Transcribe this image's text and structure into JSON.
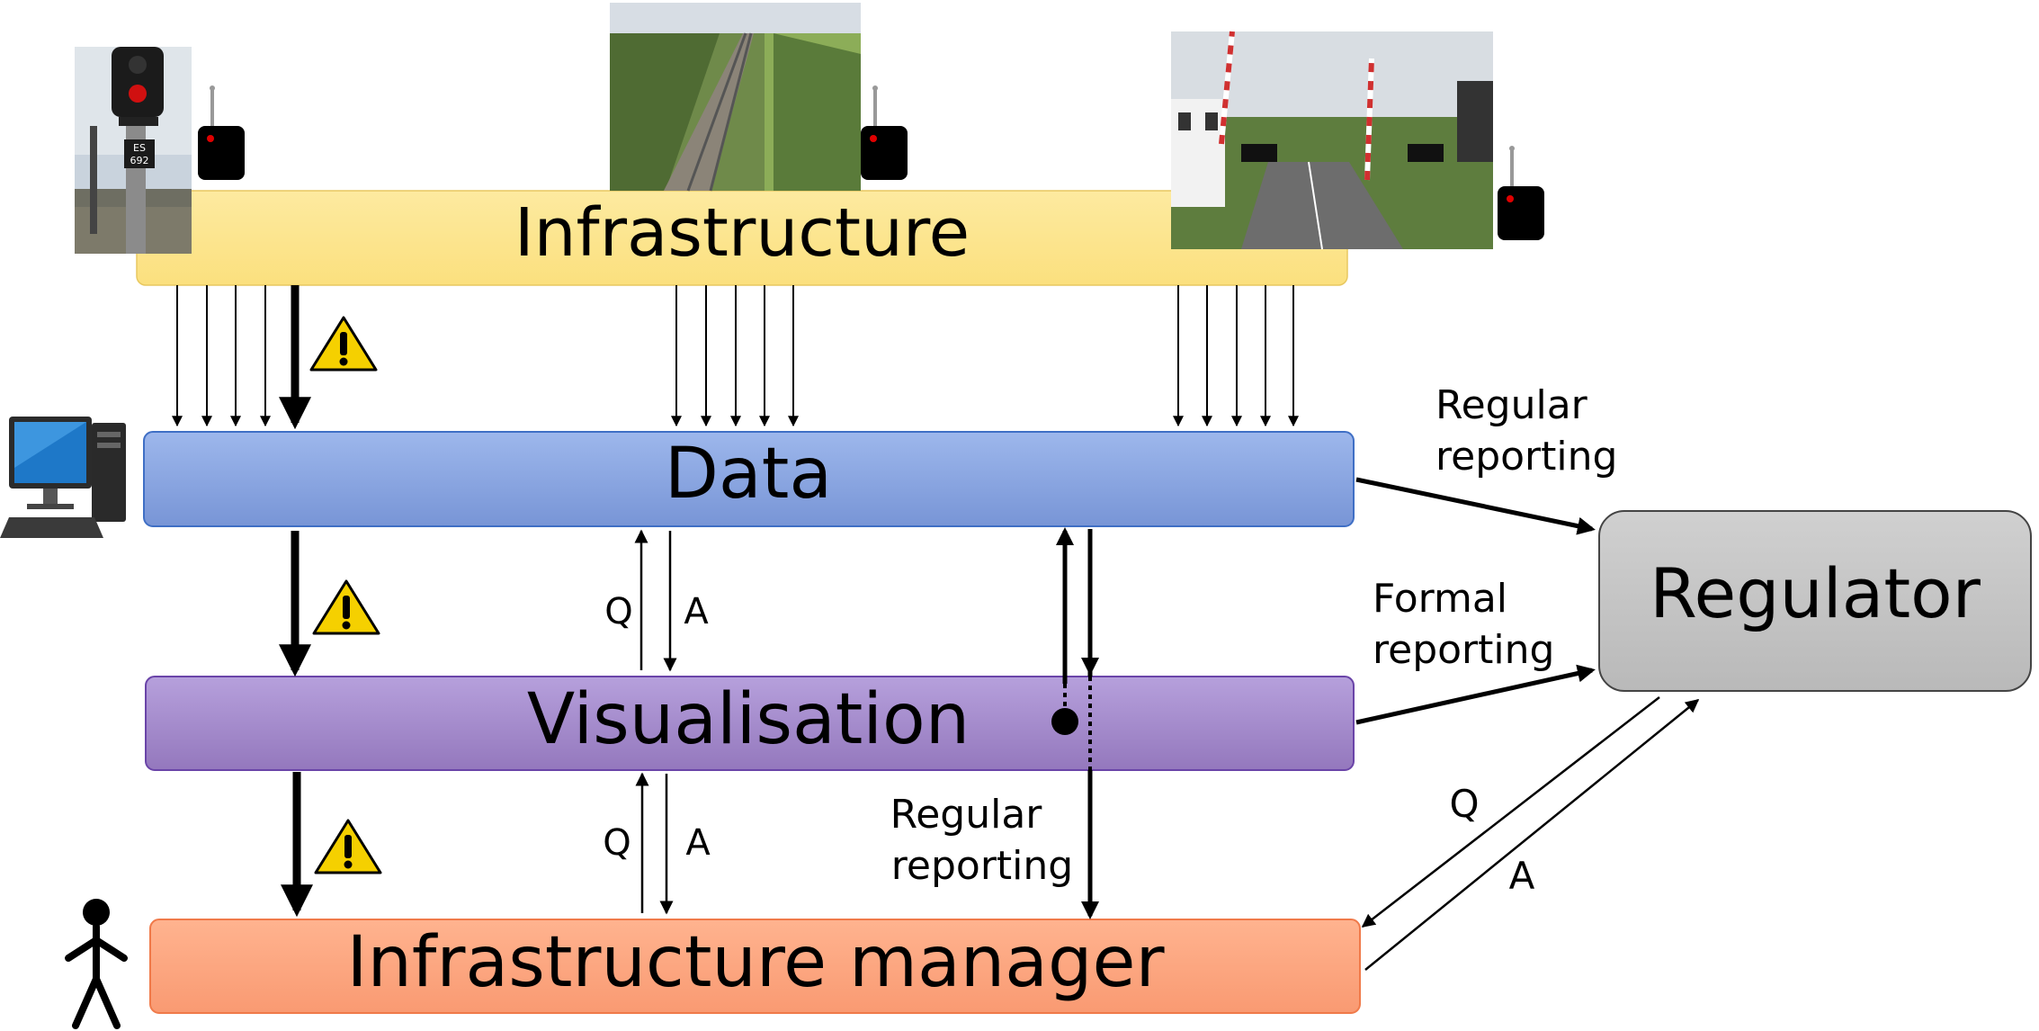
{
  "layers": {
    "infrastructure": {
      "label": "Infrastructure",
      "color": "#fce592"
    },
    "data": {
      "label": "Data",
      "color": "#86a3e0"
    },
    "visualisation": {
      "label": "Visualisation",
      "color": "#a689c9"
    },
    "manager": {
      "label": "Infrastructure manager",
      "color": "#fca37f"
    }
  },
  "regulator": {
    "label": "Regulator",
    "color": "#c7c7c7"
  },
  "edge_labels": {
    "regular_reporting_1": {
      "line1": "Regular",
      "line2": "reporting"
    },
    "formal_reporting": {
      "line1": "Formal",
      "line2": "reporting"
    },
    "regular_reporting_2": {
      "line1": "Regular",
      "line2": "reporting"
    },
    "q_data_vis": "Q",
    "a_data_vis": "A",
    "q_vis_mgr": "Q",
    "a_vis_mgr": "A",
    "q_regulator": "Q",
    "a_regulator": "A"
  },
  "photos": {
    "signal_plate_line1": "ES",
    "signal_plate_line2": "692"
  },
  "colors": {
    "warning": "#f5d000",
    "sensor": "#000000",
    "sensor_light": "#e00000",
    "monitor_screen": "#1e78c8"
  }
}
